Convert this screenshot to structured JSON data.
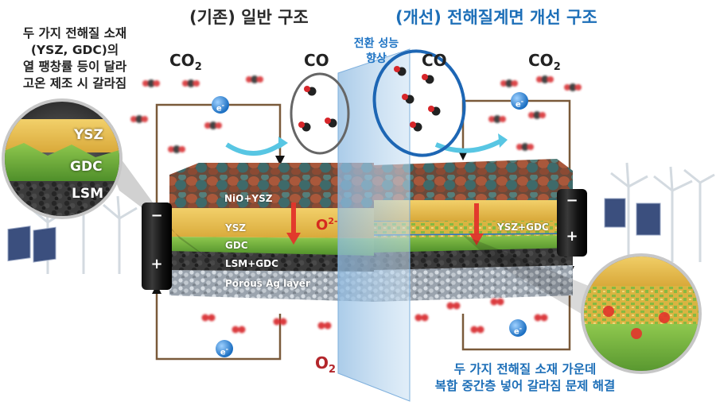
{
  "titles": {
    "left": "(기존) 일반 구조",
    "right": "(개선) 전해질계면 개선 구조"
  },
  "notes": {
    "left_lines": [
      "두 가지 전해질 소재",
      "(YSZ, GDC)의",
      "열 팽창률 등이 달라",
      "고온 제조 시 갈라짐"
    ],
    "center_lines": [
      "전환 성능",
      "향상"
    ],
    "bottom_lines": [
      "두 가지 전해질 소재 가운데",
      "복합 중간층 넣어 갈라짐 문제 해결"
    ]
  },
  "gases": {
    "co2_main": "CO",
    "co2_sub": "2",
    "co": "CO",
    "o2_main": "O",
    "o2_sub": "2"
  },
  "electron": {
    "symbol": "e",
    "charge": "-"
  },
  "battery": {
    "minus": "−",
    "plus": "+"
  },
  "layers_left": {
    "cathode_top": "NiO+YSZ",
    "electrolyte1": "YSZ",
    "electrolyte2": "GDC",
    "anode": "LSM+GDC",
    "porous": "Porous Ag layer"
  },
  "layers_right": {
    "composite": "YSZ+GDC"
  },
  "ion": {
    "main": "O",
    "charge": "2-"
  },
  "zoom_left": {
    "ysz": "YSZ",
    "gdc": "GDC",
    "lsm": "LSM"
  },
  "colors": {
    "title_blue": "#1d6fb8",
    "o2_red": "#b3262b",
    "ysz_yellow": "#e2b844",
    "gdc_green": "#6fae3a",
    "panel_blue": "#9fc7e8"
  }
}
